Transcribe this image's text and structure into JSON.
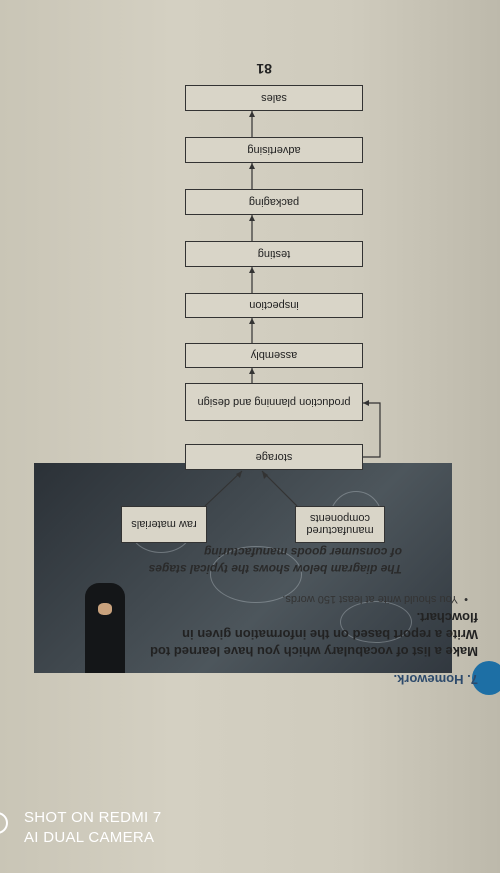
{
  "homework": {
    "title": "7. Homework.",
    "instruction_lines": [
      "Make a list of vocabulary which you have learned tod",
      "Write a report based on the information given in",
      "flowchart."
    ],
    "bullet": "You should write at least 150 words."
  },
  "diagram": {
    "caption_lines": [
      "The diagram below shows the typical stages",
      "of consumer goods manufacturing"
    ],
    "inputs": {
      "manufactured": "manufactured components",
      "raw": "raw materials"
    },
    "stages": [
      "storage",
      "production planning and design",
      "assembly",
      "inspection",
      "testing",
      "packaging",
      "advertising",
      "sales"
    ]
  },
  "page_number": "81",
  "watermark": {
    "line1": "SHOT ON REDMI 7",
    "line2": "AI DUAL CAMERA"
  }
}
